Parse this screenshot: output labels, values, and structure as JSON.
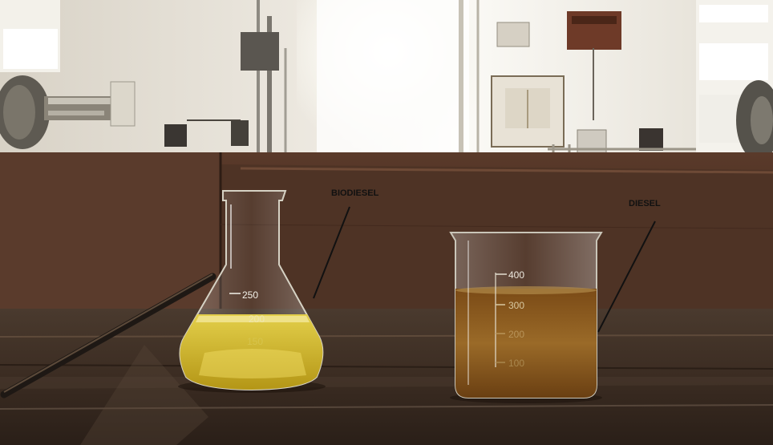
{
  "caption_fragment": {
    "link_text": "",
    "text": ""
  },
  "labels": {
    "biodiesel": "BIODIESEL",
    "diesel": "DIESEL"
  },
  "flask": {
    "graduations": [
      "250",
      "200",
      "150"
    ]
  },
  "beaker": {
    "graduations": [
      "400",
      "300",
      "200",
      "100"
    ]
  },
  "colors": {
    "biodiesel": "#d9c23a",
    "diesel": "#8a5a1c",
    "table": "#3a2a1f",
    "wall": "#e8e2d6"
  }
}
